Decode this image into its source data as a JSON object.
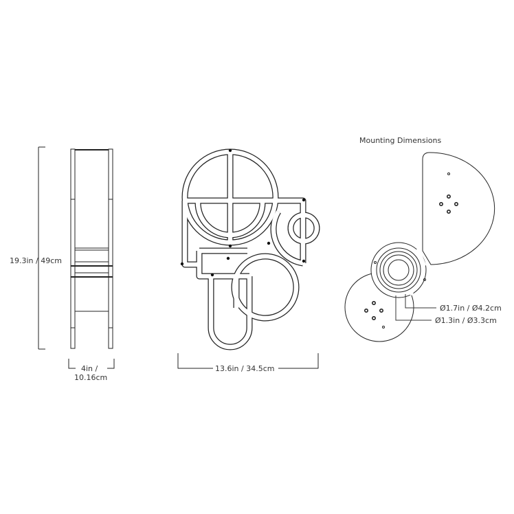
{
  "side_view": {
    "height_label": "19.3in / 49cm",
    "width_label_line1": "4in /",
    "width_label_line2": "10.16cm"
  },
  "front_view": {
    "width_label": "13.6in / 34.5cm"
  },
  "mounting": {
    "title": "Mounting Dimensions",
    "outer_diameter_label": "Ø1.7in / Ø4.2cm",
    "inner_diameter_label": "Ø1.3in / Ø3.3cm"
  },
  "colors": {
    "line": "#222222",
    "dimension": "#333333"
  }
}
